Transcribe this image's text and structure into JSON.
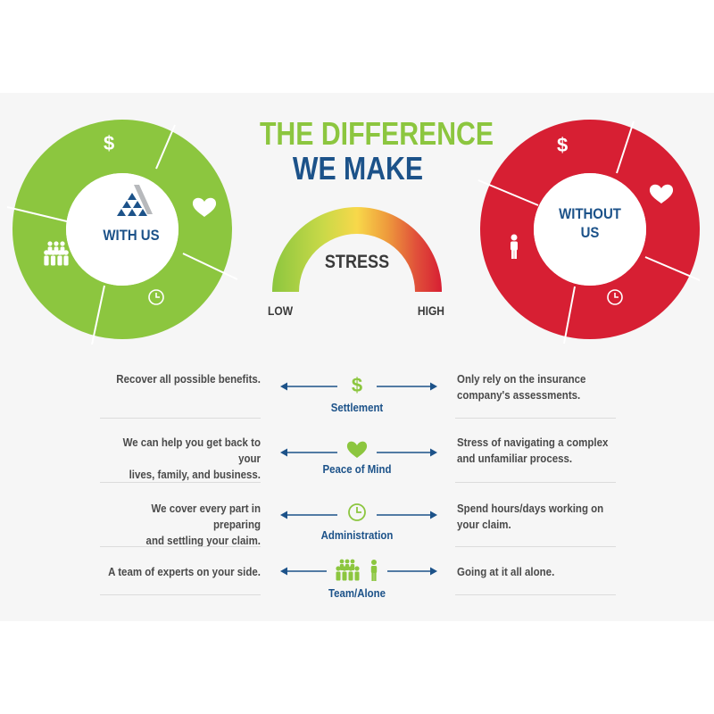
{
  "title": {
    "line1": "THE DIFFERENCE",
    "line2": "WE MAKE"
  },
  "with_us": {
    "label": "WITH US",
    "ring_color": "#8cc63f",
    "icons": [
      "dollar-icon",
      "heart-icon",
      "clock-icon",
      "team-icon"
    ]
  },
  "without_us": {
    "label_line1": "WITHOUT",
    "label_line2": "US",
    "ring_color": "#d71f33",
    "icons": [
      "dollar-icon",
      "heart-icon",
      "clock-icon",
      "person-icon"
    ]
  },
  "gauge": {
    "label": "STRESS",
    "low": "LOW",
    "high": "HIGH"
  },
  "rows": [
    {
      "category": "Settlement",
      "icon": "dollar-icon",
      "with_line1": "Recover all possible benefits.",
      "with_line2": "",
      "without_line1": "Only rely on the insurance",
      "without_line2": "company's assessments."
    },
    {
      "category": "Peace of Mind",
      "icon": "heart-icon",
      "with_line1": "We can help you get back to your",
      "with_line2": "lives, family, and business.",
      "without_line1": "Stress of navigating a complex",
      "without_line2": "and unfamiliar process."
    },
    {
      "category": "Administration",
      "icon": "clock-icon",
      "with_line1": "We cover every part in preparing",
      "with_line2": "and settling your claim.",
      "without_line1": "Spend hours/days working on",
      "without_line2": "your claim."
    },
    {
      "category": "Team/Alone",
      "icon": "team-and-person-icon",
      "with_line1": "A team of experts on your side.",
      "with_line2": "",
      "without_line1": "Going at it all alone.",
      "without_line2": ""
    }
  ],
  "colors": {
    "green": "#8cc63f",
    "blue": "#1c5289",
    "red": "#d71f33",
    "text": "#4a4a4a"
  }
}
